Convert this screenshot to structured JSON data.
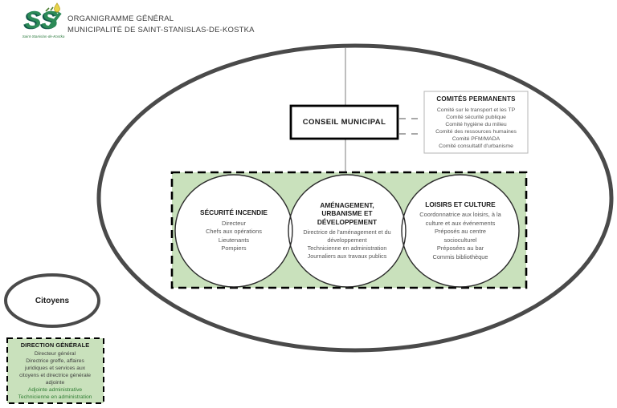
{
  "header": {
    "title_line1": "ORGANIGRAMME GÉNÉRAL",
    "title_line2": "MUNICIPALITÉ DE SAINT-STANISLAS-DE-KOSTKA",
    "logo_caption": "Saint-Stanislas-de-Kostka"
  },
  "conseil_municipal": {
    "label": "CONSEIL MUNICIPAL"
  },
  "comites_permanents": {
    "title": "COMITÉS PERMANENTS",
    "items": [
      "Comité sur le transport et les TP",
      "Comité sécurité publique",
      "Comité hygiène du milieu",
      "Comité des ressources humaines",
      "Comité PFM/MADA",
      "Comité consultatif d'urbanisme"
    ]
  },
  "services": [
    {
      "title": "SÉCURITÉ INCENDIE",
      "items": [
        "Directeur",
        "Chefs aux opérations",
        "Lieutenants",
        "Pompiers"
      ]
    },
    {
      "title": "AMÉNAGEMENT, URBANISME ET DÉVELOPPEMENT",
      "items": [
        "Directrice de l'aménagement et du développement",
        "Technicienne en administration",
        "Journaliers aux travaux publics"
      ]
    },
    {
      "title": "LOISIRS ET CULTURE",
      "items": [
        "Coordonnatrice aux loisirs, à la culture et aux événements",
        "Préposés au centre socioculturel",
        "Préposées au bar",
        "Commis bibliothèque"
      ]
    }
  ],
  "citoyens": {
    "label": "Citoyens"
  },
  "direction_generale": {
    "title": "DIRECTION GÉNÉRALE",
    "items": [
      "Directeur général",
      "Directrice greffe, affaires juridiques et services aux citoyens et directrice générale adjointe"
    ],
    "items_green": [
      "Adjointe administrative",
      "Technicienne en administration"
    ]
  },
  "colors": {
    "zone_green_fill": "#c9e1bc",
    "ellipse_gray": "#4a4a4a",
    "accent_text_green": "#2e7d32",
    "logo_green": "#2c8a57",
    "logo_drop_yellow": "#e8d44a"
  }
}
